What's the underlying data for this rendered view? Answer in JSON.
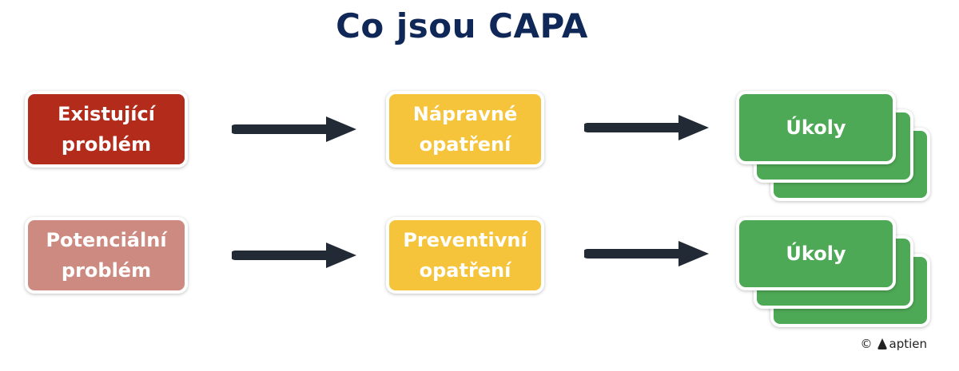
{
  "title": "Co jsou CAPA",
  "colors": {
    "title": "#0f2858",
    "existing_problem": "#b22b1b",
    "potential_problem": "#cd8a80",
    "action": "#f5c43a",
    "task": "#4ea956",
    "arrow": "#222a35"
  },
  "rows": [
    {
      "problem": "Existující\nproblém",
      "action": "Nápravné\nopatření",
      "task": "Úkoly"
    },
    {
      "problem": "Potenciální\nproblém",
      "action": "Preventivní\nopatření",
      "task": "Úkoly"
    }
  ],
  "footer": {
    "copyright": "©",
    "brand": "aptien"
  }
}
